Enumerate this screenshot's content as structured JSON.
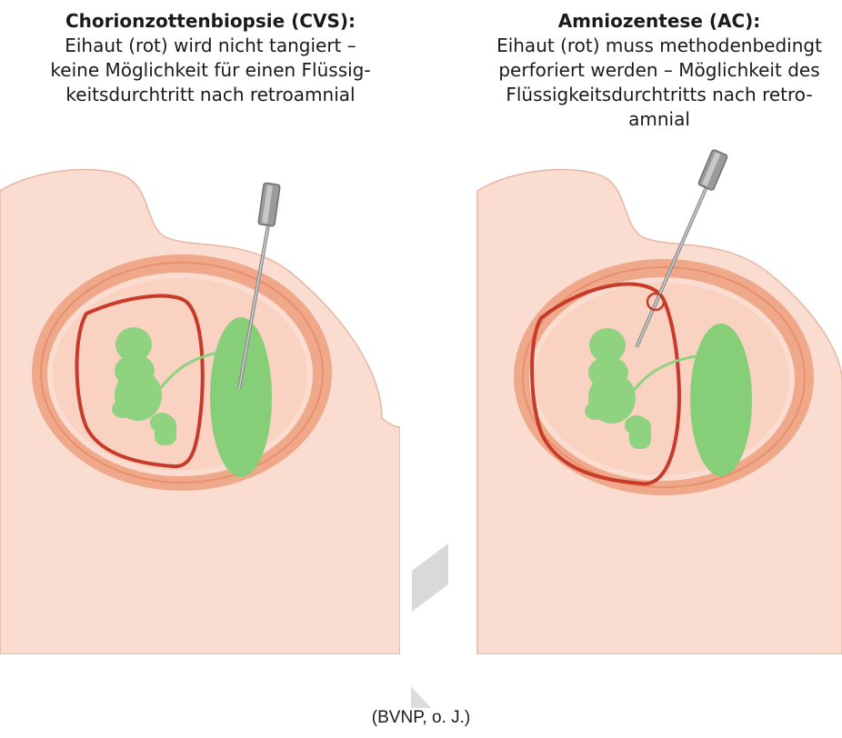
{
  "left": {
    "title": "Chorionzottenbiopsie (CVS):",
    "lines": [
      "Eihaut (rot) wird nicht tangiert –",
      "keine Möglichkeit für einen Flüssig-",
      "keitsdurchtritt nach retroamnial"
    ]
  },
  "right": {
    "title": "Amniozentese (AC):",
    "lines": [
      "Eihaut (rot) muss methodenbedingt",
      "perforiert werden – Möglichkeit des",
      "Flüssigkeitsdurchtritts nach retro-",
      "amnial"
    ]
  },
  "caption": "(BVNP, o. J.)",
  "colors": {
    "skin": "#fbdcd0",
    "uterus_wall": "#f0a88a",
    "uterus_inner": "#f8cbb8",
    "amnion_red": "#c83a2a",
    "fetus_green": "#8fd27f",
    "placenta_green": "#86cf78",
    "needle_gray": "#8c8c8c"
  },
  "icons": [
    "needle-icon",
    "fetus-icon",
    "placenta-icon",
    "puncture-ring-icon"
  ]
}
